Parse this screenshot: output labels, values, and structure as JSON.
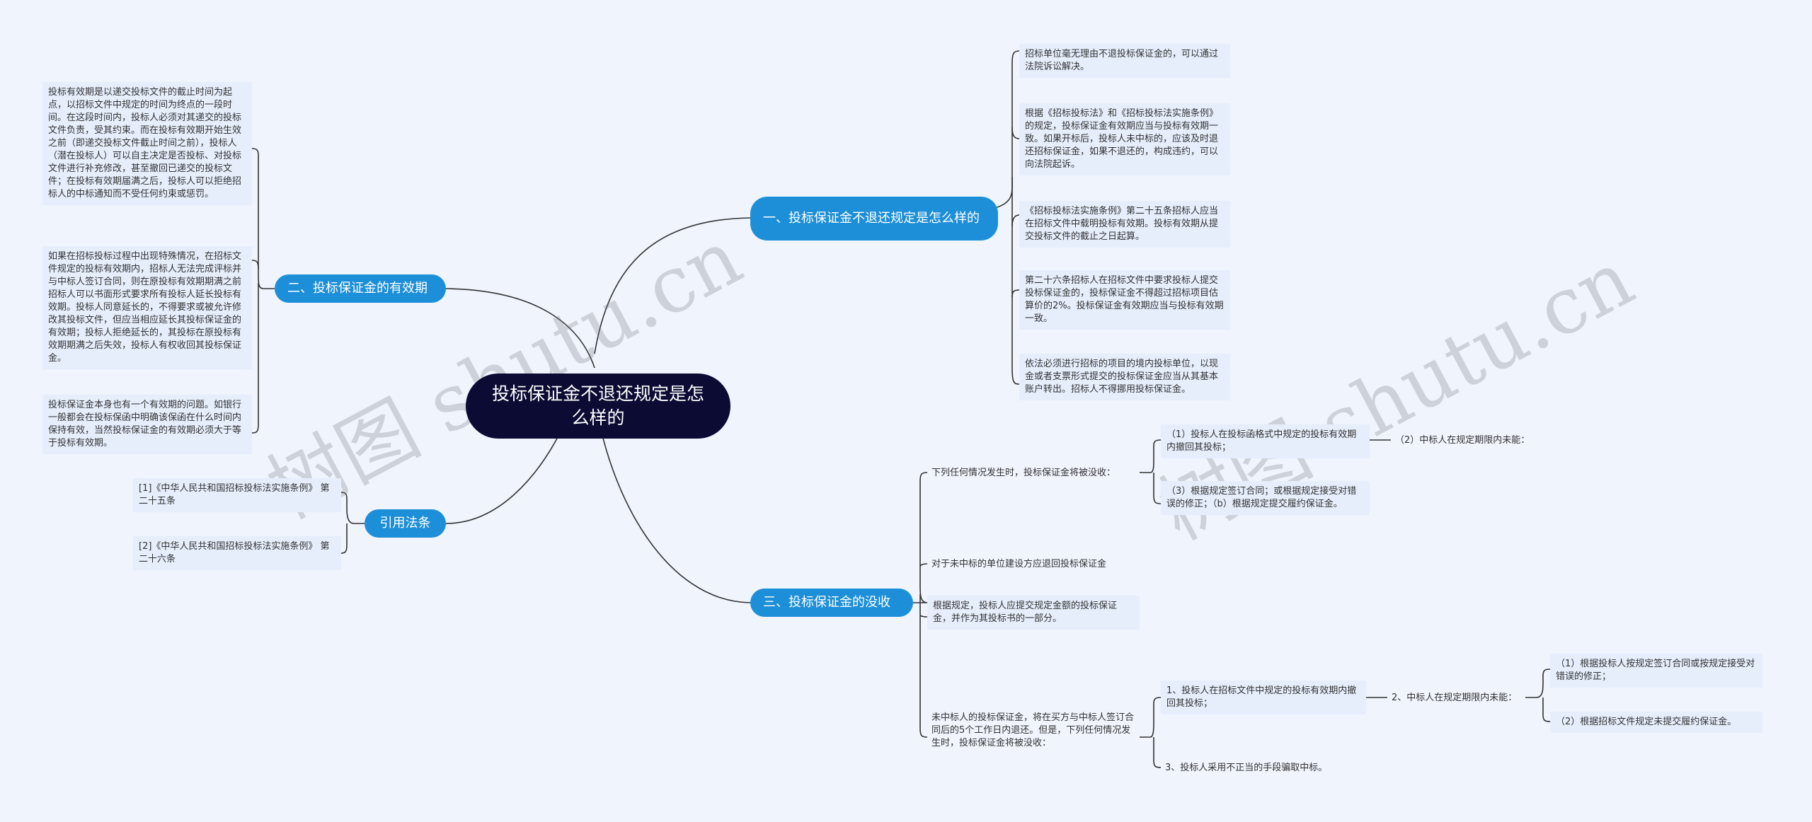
{
  "root": {
    "title": "投标保证金不退还规定是怎么样的"
  },
  "branches": {
    "b1": "一、投标保证金不退还规定是怎么样的",
    "b2": "二、投标保证金的有效期",
    "b3": "三、投标保证金的没收",
    "b4": "引用法条"
  },
  "b1_items": [
    "招标单位毫无理由不退投标保证金的，可以通过法院诉讼解决。",
    "根据《招标投标法》和《招标投标法实施条例》的规定，投标保证金有效期应当与投标有效期一致。如果开标后，投标人未中标的，应该及时退还招标保证金，如果不退还的，构成违约，可以向法院起诉。",
    "《招标投标法实施条例》第二十五条招标人应当在招标文件中载明投标有效期。投标有效期从提交投标文件的截止之日起算。",
    "第二十六条招标人在招标文件中要求投标人提交投标保证金的，投标保证金不得超过招标项目估算价的2%。投标保证金有效期应当与投标有效期一致。",
    "依法必须进行招标的项目的境内投标单位，以现金或者支票形式提交的投标保证金应当从其基本账户转出。招标人不得挪用投标保证金。"
  ],
  "b2_items": [
    "投标有效期是以递交投标文件的截止时间为起点，以招标文件中规定的时间为终点的一段时间。在这段时间内，投标人必须对其递交的投标文件负责，受其约束。而在投标有效期开始生效之前（即递交投标文件截止时间之前），投标人（潜在投标人）可以自主决定是否投标、对投标文件进行补充修改，甚至撤回已递交的投标文件；在投标有效期届满之后，投标人可以拒绝招标人的中标通知而不受任何约束或惩罚。",
    "如果在招标投标过程中出现特殊情况，在招标文件规定的投标有效期内，招标人无法完成评标并与中标人签订合同，则在原投标有效期期满之前招标人可以书面形式要求所有投标人延长投标有效期。投标人同意延长的，不得要求或被允许修改其投标文件，但应当相应延长其投标保证金的有效期；投标人拒绝延长的，其投标在原投标有效期期满之后失效，投标人有权收回其投标保证金。",
    "投标保证金本身也有一个有效期的问题。如银行一般都会在投标保函中明确该保函在什么时间内保持有效，当然投标保证金的有效期必须大于等于投标有效期。"
  ],
  "b3": {
    "item1": "下列任何情况发生时，投标保证金将被没收：",
    "item1_children": [
      "（1）投标人在投标函格式中规定的投标有效期内撤回其投标；",
      "（3）根据规定签订合同；或根据规定接受对错误的修正；（b）根据规定提交履约保证金。"
    ],
    "item1_grand": "（2）中标人在规定期限内未能：",
    "item2": "对于未中标的单位建设方应退回投标保证金",
    "item3": "根据规定，投标人应提交规定金额的投标保证金，并作为其投标书的一部分。",
    "item4": "未中标人的投标保证金，将在买方与中标人签订合同后的5个工作日内退还。但是，下列任何情况发生时，投标保证金将被没收：",
    "item4_children": [
      "1、投标人在招标文件中规定的投标有效期内撤回其投标；",
      "3、投标人采用不正当的手段骗取中标。"
    ],
    "item4_mid": "2、中标人在规定期限内未能：",
    "item4_grand": [
      "（1）根据投标人按规定签订合同或按规定接受对错误的修正；",
      "（2）根据招标文件规定未提交履约保证金。"
    ]
  },
  "b4_items": [
    "[1]《中华人民共和国招标投标法实施条例》 第二十五条",
    "[2]《中华人民共和国招标投标法实施条例》 第二十六条"
  ],
  "watermarks": [
    "树图 shutu.cn",
    "树图 shutu.cn"
  ],
  "colors": {
    "background": "#eff4fd",
    "root": "#0b0b33",
    "branch": "#1d8fd8",
    "leaf": "#e6eefc",
    "line": "#333333"
  }
}
